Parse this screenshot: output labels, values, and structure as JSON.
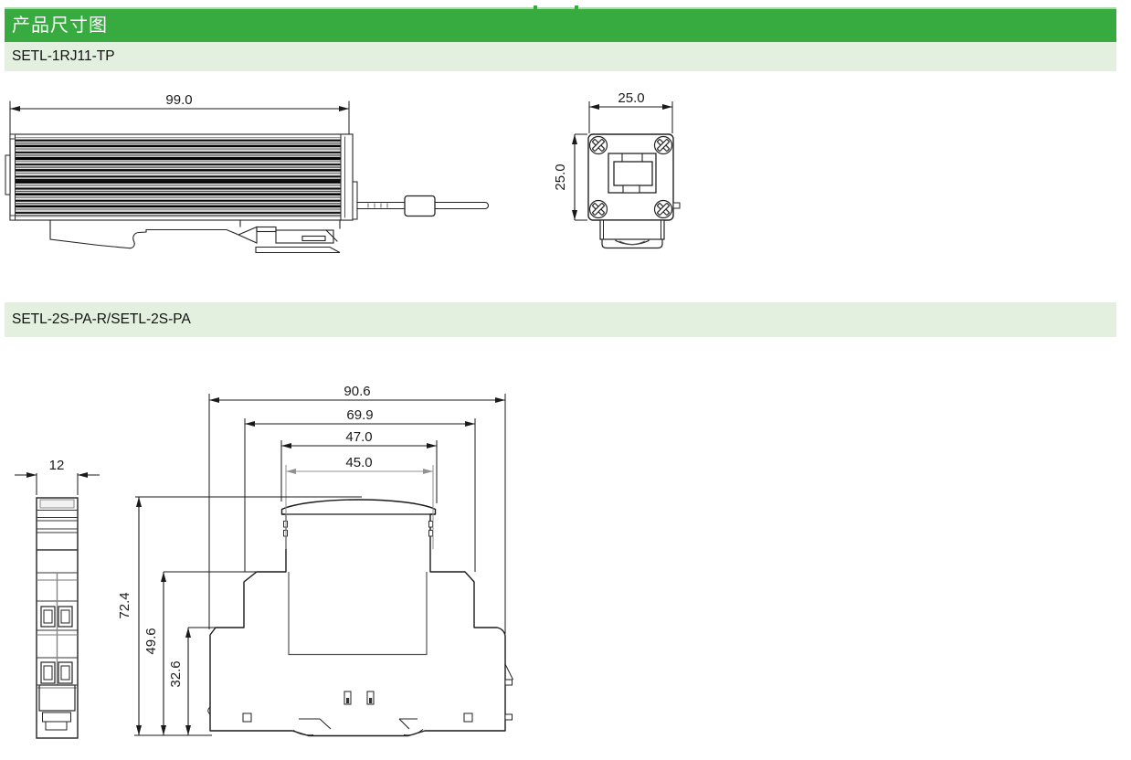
{
  "header": {
    "title": "产品尺寸图"
  },
  "colors": {
    "header_green": "#38ab40",
    "section_bar_green": "#e3efdf",
    "line": "#1a1a1a",
    "dim_gray": "#909090"
  },
  "sections": [
    {
      "model": "SETL-1RJ11-TP",
      "side_view": {
        "dims": {
          "length": "99.0"
        }
      },
      "front_view": {
        "dims": {
          "width": "25.0",
          "height": "25.0"
        }
      }
    },
    {
      "model": "SETL-2S-PA-R/SETL-2S-PA",
      "side_view": {
        "dims": {
          "width": "12"
        }
      },
      "front_view": {
        "dims": {
          "width_overall": "90.6",
          "width_mid": "69.9",
          "width_cap": "47.0",
          "width_top": "45.0",
          "height_overall": "72.4",
          "height_mid": "49.6",
          "height_base": "32.6"
        }
      }
    }
  ]
}
